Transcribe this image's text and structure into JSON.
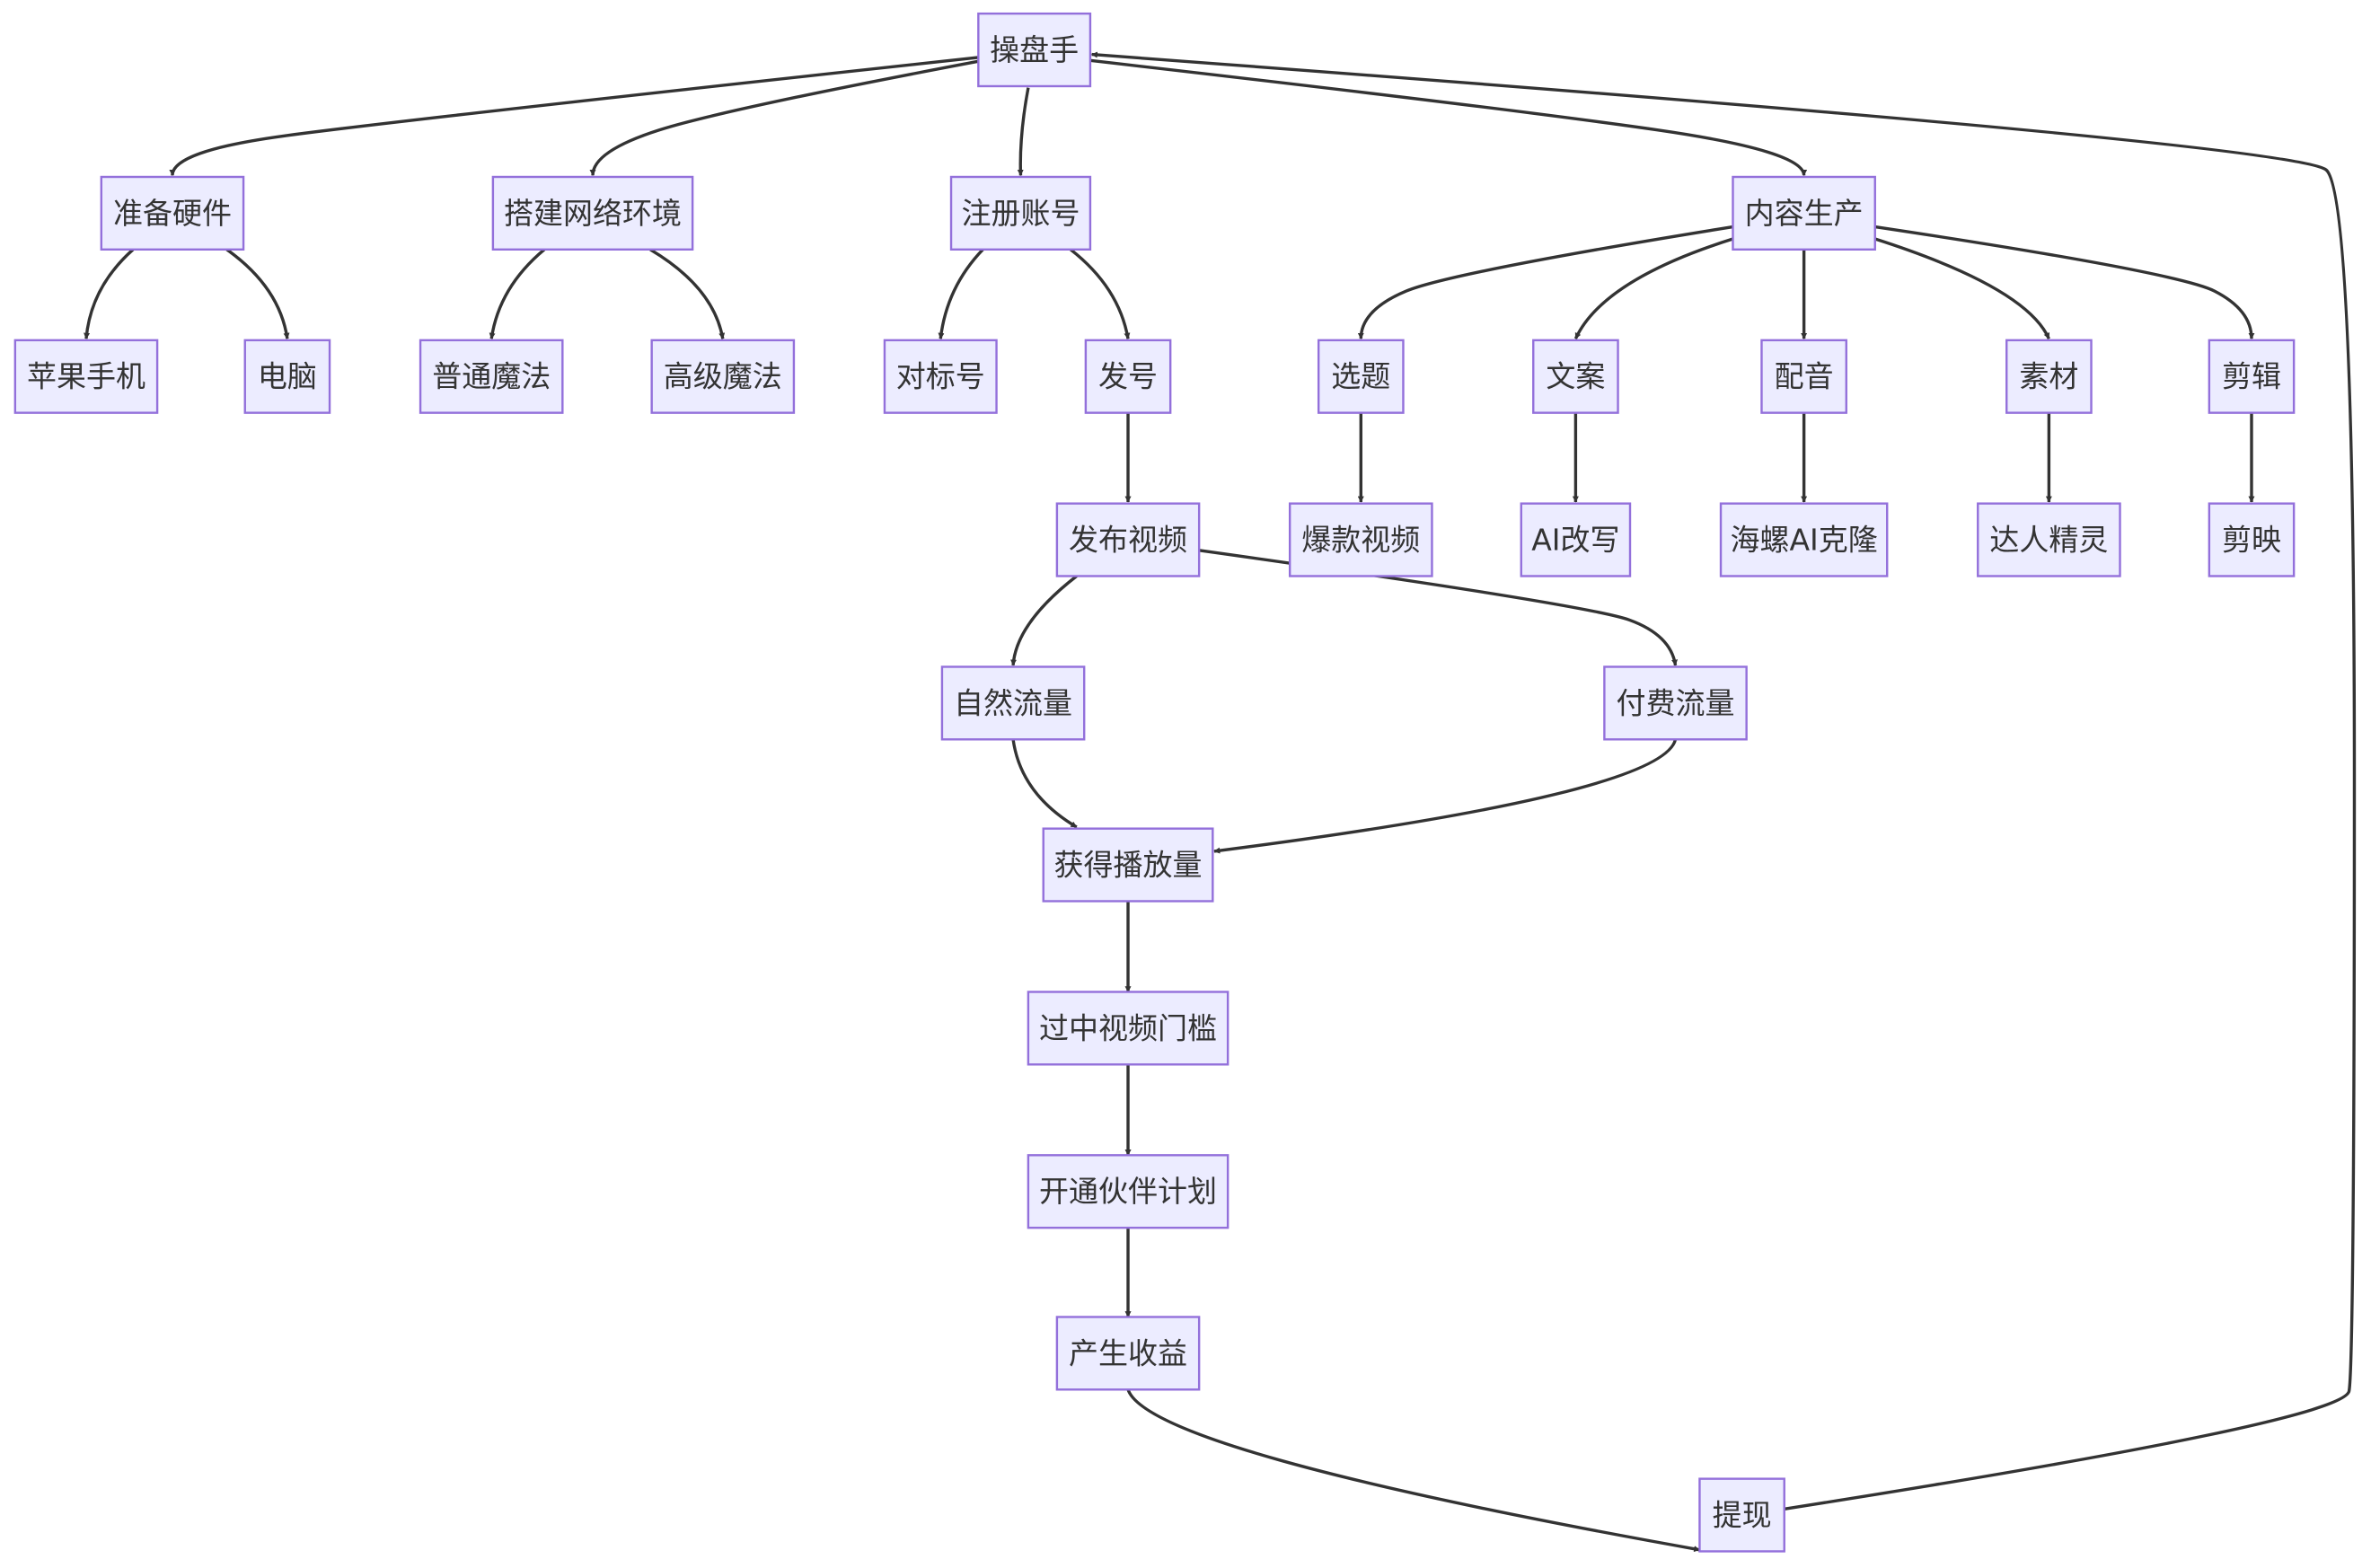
{
  "diagram": {
    "type": "flowchart",
    "nodes": [
      {
        "id": "caopanshou",
        "label": "操盘手"
      },
      {
        "id": "hardware",
        "label": "准备硬件"
      },
      {
        "id": "network",
        "label": "搭建网络环境"
      },
      {
        "id": "register",
        "label": "注册账号"
      },
      {
        "id": "content",
        "label": "内容生产"
      },
      {
        "id": "iphone",
        "label": "苹果手机"
      },
      {
        "id": "computer",
        "label": "电脑"
      },
      {
        "id": "normal_magic",
        "label": "普通魔法"
      },
      {
        "id": "advanced_magic",
        "label": "高级魔法"
      },
      {
        "id": "benchmark",
        "label": "对标号"
      },
      {
        "id": "issue_account",
        "label": "发号"
      },
      {
        "id": "topic",
        "label": "选题"
      },
      {
        "id": "copy",
        "label": "文案"
      },
      {
        "id": "dubbing",
        "label": "配音"
      },
      {
        "id": "material",
        "label": "素材"
      },
      {
        "id": "editing",
        "label": "剪辑"
      },
      {
        "id": "publish",
        "label": "发布视频"
      },
      {
        "id": "hit_video",
        "label": "爆款视频"
      },
      {
        "id": "ai_rewrite",
        "label": "AI改写"
      },
      {
        "id": "hailuo",
        "label": "海螺AI克隆"
      },
      {
        "id": "daren",
        "label": "达人精灵"
      },
      {
        "id": "jianying",
        "label": "剪映"
      },
      {
        "id": "organic",
        "label": "自然流量"
      },
      {
        "id": "paid",
        "label": "付费流量"
      },
      {
        "id": "plays",
        "label": "获得播放量"
      },
      {
        "id": "threshold",
        "label": "过中视频门槛"
      },
      {
        "id": "partner",
        "label": "开通伙伴计划"
      },
      {
        "id": "revenue",
        "label": "产生收益"
      },
      {
        "id": "withdraw",
        "label": "提现"
      }
    ],
    "edges": [
      {
        "from": "caopanshou",
        "to": "hardware"
      },
      {
        "from": "caopanshou",
        "to": "network"
      },
      {
        "from": "caopanshou",
        "to": "register"
      },
      {
        "from": "caopanshou",
        "to": "content"
      },
      {
        "from": "hardware",
        "to": "iphone"
      },
      {
        "from": "hardware",
        "to": "computer"
      },
      {
        "from": "network",
        "to": "normal_magic"
      },
      {
        "from": "network",
        "to": "advanced_magic"
      },
      {
        "from": "register",
        "to": "benchmark"
      },
      {
        "from": "register",
        "to": "issue_account"
      },
      {
        "from": "content",
        "to": "topic"
      },
      {
        "from": "content",
        "to": "copy"
      },
      {
        "from": "content",
        "to": "dubbing"
      },
      {
        "from": "content",
        "to": "material"
      },
      {
        "from": "content",
        "to": "editing"
      },
      {
        "from": "issue_account",
        "to": "publish"
      },
      {
        "from": "topic",
        "to": "hit_video"
      },
      {
        "from": "copy",
        "to": "ai_rewrite"
      },
      {
        "from": "dubbing",
        "to": "hailuo"
      },
      {
        "from": "material",
        "to": "daren"
      },
      {
        "from": "editing",
        "to": "jianying"
      },
      {
        "from": "publish",
        "to": "organic"
      },
      {
        "from": "publish",
        "to": "paid"
      },
      {
        "from": "organic",
        "to": "plays"
      },
      {
        "from": "paid",
        "to": "plays"
      },
      {
        "from": "plays",
        "to": "threshold"
      },
      {
        "from": "threshold",
        "to": "partner"
      },
      {
        "from": "partner",
        "to": "revenue"
      },
      {
        "from": "revenue",
        "to": "withdraw"
      },
      {
        "from": "withdraw",
        "to": "caopanshou"
      }
    ]
  }
}
